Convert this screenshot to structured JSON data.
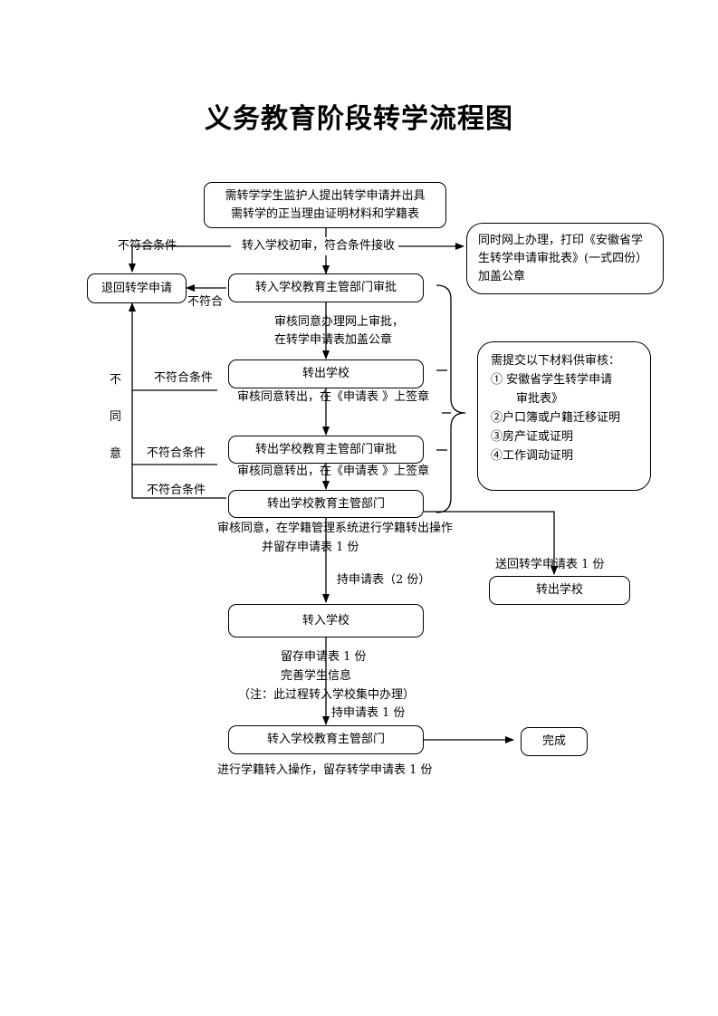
{
  "title": "义务教育阶段转学流程图",
  "boxes": {
    "start_line1": "需转学学生监护人提出转学申请并出具",
    "start_line2": "需转学的正当理由证明材料和学籍表",
    "online_line1": "同时网上办理，打印《安徽省学",
    "online_line2": "生转学申请审批表》(一式四份）",
    "online_line3": "加盖公章",
    "return_apply": "退回转学申请",
    "in_dept_approve": "转入学校教育主管部门审批",
    "out_school": "转出学校",
    "out_dept_approve": "转出学校教育主管部门审批",
    "out_dept": "转出学校教育主管部门",
    "out_school_right": "转出学校",
    "in_school": "转入学校",
    "in_dept": "转入学校教育主管部门",
    "done": "完成"
  },
  "materials": {
    "heading": "需提交以下材料供审核：",
    "item1_line1": "①  安徽省学生转学申请",
    "item1_line2": "审批表》",
    "item2": "②户口簿或户籍迁移证明",
    "item3": "③房产证或证明",
    "item4": "④工作调动证明"
  },
  "labels": {
    "not_meet_top": "不符合条件",
    "initial_review": "转入学校初审，符合条件接收",
    "not_meet_short": "不符合",
    "approve_online_1": "审核同意办理网上审批，",
    "approve_online_2": "在转学申请表加盖公章",
    "disagree_1": "不",
    "disagree_2": "同",
    "disagree_3": "意",
    "not_meet_1": "不符合条件",
    "sign_1": "审核同意转出，在《申请表 》上签章",
    "not_meet_2": "不符合条件",
    "sign_2": "审核同意转出，在《申请表 》上签章",
    "not_meet_3": "不符合条件",
    "system_out_1": "审核同意，在学籍管理系统进行学籍转出操作",
    "system_out_2": "并留存申请表 1 份",
    "send_back": "送回转学申请表 1 份",
    "hold_two": "持申请表（2 份）",
    "keep_one": "留存申请表 1 份",
    "improve_info": "完善学生信息",
    "note": "（注：此过程转入学校集中办理）",
    "hold_one": "持申请表 1 份",
    "final_op": "进行学籍转入操作，留存转学申请表 1 份"
  }
}
